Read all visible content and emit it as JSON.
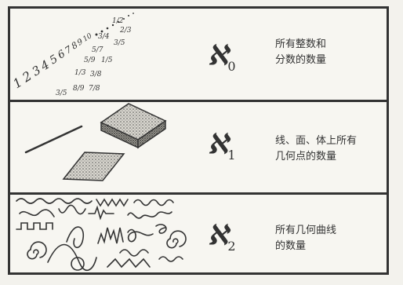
{
  "rows": [
    {
      "symbol": "ℵ",
      "subscript": "0",
      "caption_lines": [
        "所有整数和",
        "分数的数量"
      ],
      "numbers": [
        "1",
        "2",
        "3",
        "4",
        "5",
        "6",
        "7",
        "8",
        "9",
        "10"
      ],
      "fractions": [
        "1/2",
        "2/3",
        "3/4",
        "3/5",
        "5/7",
        "5/9",
        "1/5",
        "1/3",
        "3/8",
        "8/9",
        "3/5",
        "7/8"
      ]
    },
    {
      "symbol": "ℵ",
      "subscript": "1",
      "caption_lines": [
        "线、面、体上所有",
        "几何点的数量"
      ]
    },
    {
      "symbol": "ℵ",
      "subscript": "2",
      "caption_lines": [
        "所有几何曲线",
        "的数量"
      ]
    }
  ]
}
